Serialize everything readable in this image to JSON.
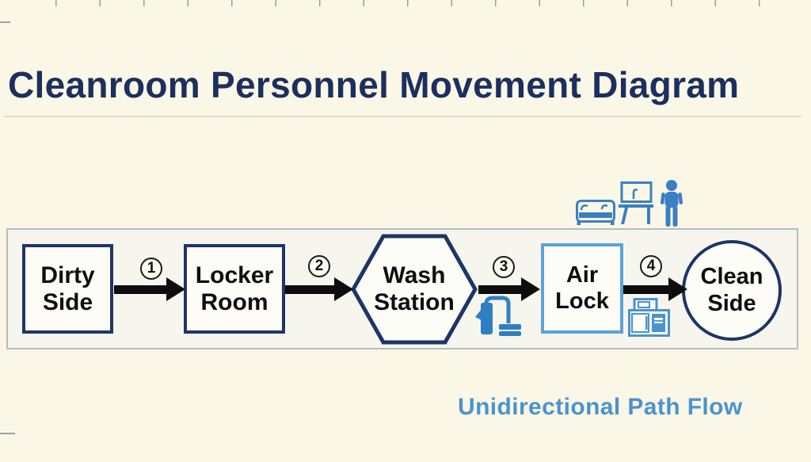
{
  "title": "Cleanroom Personnel Movement Diagram",
  "caption": "Unidirectional Path Flow",
  "flow": {
    "nodes": [
      {
        "id": "dirty-side",
        "label": "Dirty Side",
        "shape": "rectangle"
      },
      {
        "id": "locker-room",
        "label": "Locker Room",
        "shape": "rectangle"
      },
      {
        "id": "wash-station",
        "label": "Wash Station",
        "shape": "hexagon"
      },
      {
        "id": "air-lock",
        "label": "Air Lock",
        "shape": "rectangle"
      },
      {
        "id": "clean-side",
        "label": "Clean Side",
        "shape": "circle"
      }
    ],
    "steps": [
      {
        "number": "1",
        "from": "Dirty Side",
        "to": "Locker Room"
      },
      {
        "number": "2",
        "from": "Locker Room",
        "to": "Wash Station"
      },
      {
        "number": "3",
        "from": "Wash Station",
        "to": "Air Lock"
      },
      {
        "number": "4",
        "from": "Air Lock",
        "to": "Clean Side"
      }
    ]
  },
  "icons": {
    "top_row": [
      "bed-icon",
      "workstation-icon",
      "person-icon"
    ],
    "below_step3": "floor-cleaner-icon",
    "below_step4": "pass-through-cabinet-icon"
  },
  "colors": {
    "page_background": "#faf7e7",
    "title_navy": "#1c2f5e",
    "node_border_navy": "#1d3567",
    "airlock_border_blue": "#5ba3d9",
    "icon_blue": "#3a80c2",
    "caption_blue": "#4a94cd",
    "arrow_black": "#0d0d0d"
  }
}
